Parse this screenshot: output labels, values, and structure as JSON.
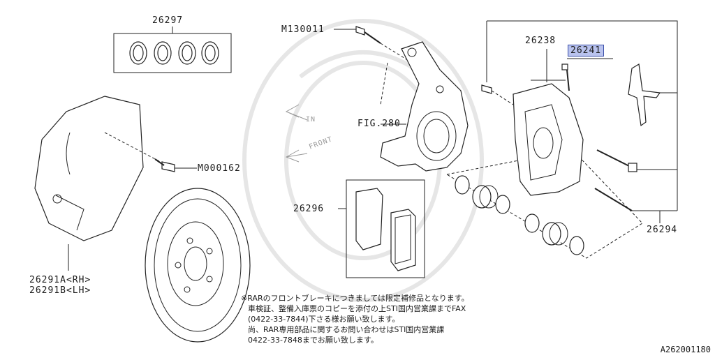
{
  "parts": {
    "p26297": "26297",
    "m130011": "M130011",
    "p26238": "26238",
    "p26241": "26241",
    "fig280": "FIG.280",
    "m000162": "M000162",
    "p26296": "26296",
    "p26294": "26294",
    "p26291a": "26291A<RH>",
    "p26291b": "26291B<LH>"
  },
  "directions": {
    "in": "IN",
    "front": "FRONT"
  },
  "note": {
    "line1": "※RARのフロントブレーキにつきましては限定補修品となります。",
    "line2": "車検証、整備入庫票のコピーを添付の上STI国内営業課までFAX",
    "line3": "(0422-33-7844)下さる様お願い致します。",
    "line4": "尚、RAR専用部品に関するお問い合わせはSTI国内営業課",
    "line5": "0422-33-7848までお願い致します。"
  },
  "diagram_code": "A262001180",
  "colors": {
    "highlight_fill": "#b9c3ee",
    "highlight_border": "#3a4ea8",
    "line": "#222222"
  }
}
